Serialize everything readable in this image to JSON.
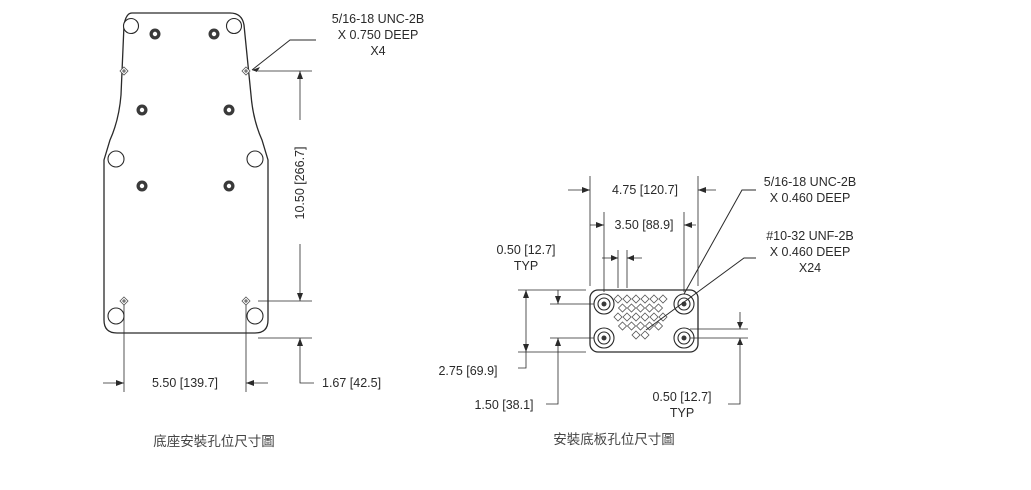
{
  "left_view": {
    "callout": [
      "5/16-18 UNC-2B",
      "X 0.750 DEEP",
      "X4"
    ],
    "dim_vertical": "10.50 [266.7]",
    "dim_horizontal": "5.50 [139.7]",
    "dim_offset": "1.67 [42.5]",
    "caption": "底座安裝孔位尺寸圖"
  },
  "right_view": {
    "dim_width_outer": "4.75 [120.7]",
    "dim_width_inner": "3.50 [88.9]",
    "dim_pitch": "0.50 [12.7]",
    "dim_pitch_typ": "TYP",
    "callout_a": [
      "5/16-18 UNC-2B",
      "X 0.460 DEEP"
    ],
    "callout_b": [
      "#10-32 UNF-2B",
      "X 0.460 DEEP",
      "X24"
    ],
    "dim_height_outer": "2.75 [69.9]",
    "dim_height_inner": "1.50 [38.1]",
    "dim_pitch_bottom": "0.50 [12.7]",
    "dim_pitch_bottom_typ": "TYP",
    "caption": "安裝底板孔位尺寸圖"
  }
}
